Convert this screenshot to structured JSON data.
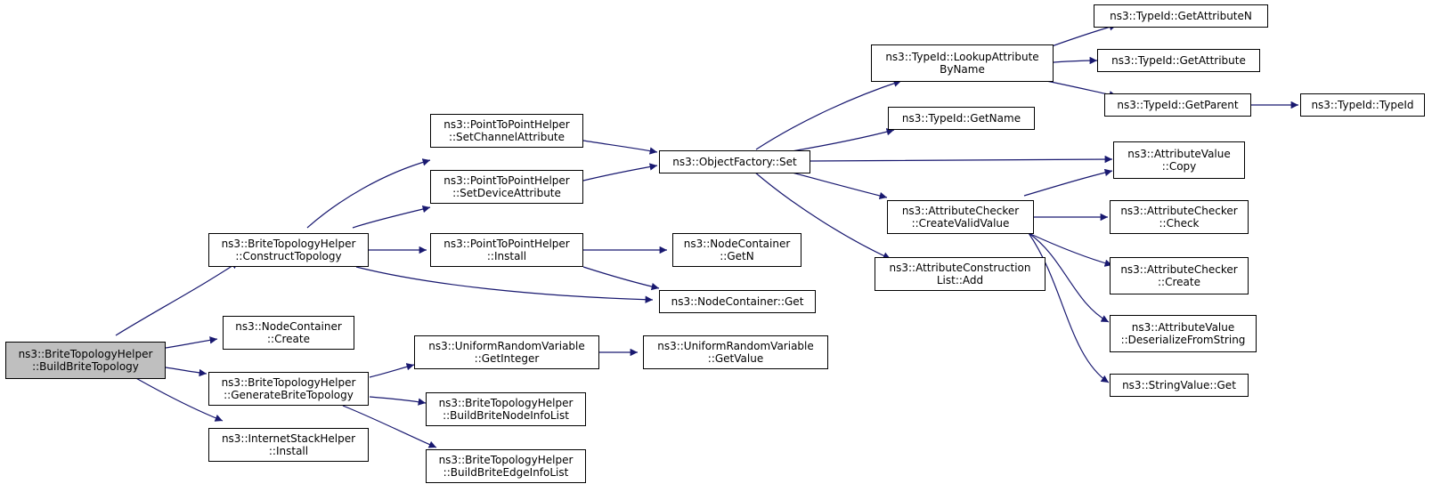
{
  "colors": {
    "edge": "#191970",
    "root_fill": "#bfbfbf",
    "node_fill": "#ffffff",
    "border": "#000000"
  },
  "nodes": {
    "build_brite_topology": {
      "line1": "ns3::BriteTopologyHelper",
      "line2": "::BuildBriteTopology"
    },
    "construct_topology": {
      "line1": "ns3::BriteTopologyHelper",
      "line2": "::ConstructTopology"
    },
    "node_container_create": {
      "line1": "ns3::NodeContainer",
      "line2": "::Create"
    },
    "generate_brite_topology": {
      "line1": "ns3::BriteTopologyHelper",
      "line2": "::GenerateBriteTopology"
    },
    "internet_stack_install": {
      "line1": "ns3::InternetStackHelper",
      "line2": "::Install"
    },
    "set_channel_attribute": {
      "line1": "ns3::PointToPointHelper",
      "line2": "::SetChannelAttribute"
    },
    "set_device_attribute": {
      "line1": "ns3::PointToPointHelper",
      "line2": "::SetDeviceAttribute"
    },
    "p2p_install": {
      "line1": "ns3::PointToPointHelper",
      "line2": "::Install"
    },
    "uniform_get_integer": {
      "line1": "ns3::UniformRandomVariable",
      "line2": "::GetInteger"
    },
    "build_brite_node_info": {
      "line1": "ns3::BriteTopologyHelper",
      "line2": "::BuildBriteNodeInfoList"
    },
    "build_brite_edge_info": {
      "line1": "ns3::BriteTopologyHelper",
      "line2": "::BuildBriteEdgeInfoList"
    },
    "object_factory_set": {
      "line1": "ns3::ObjectFactory::Set"
    },
    "node_container_get_n": {
      "line1": "ns3::NodeContainer",
      "line2": "::GetN"
    },
    "node_container_get": {
      "line1": "ns3::NodeContainer::Get"
    },
    "uniform_get_value": {
      "line1": "ns3::UniformRandomVariable",
      "line2": "::GetValue"
    },
    "lookup_attribute_by_name": {
      "line1": "ns3::TypeId::LookupAttribute",
      "line2": "ByName"
    },
    "typeid_get_name": {
      "line1": "ns3::TypeId::GetName"
    },
    "create_valid_value": {
      "line1": "ns3::AttributeChecker",
      "line2": "::CreateValidValue"
    },
    "attr_construction_add": {
      "line1": "ns3::AttributeConstruction",
      "line2": "List::Add"
    },
    "typeid_get_attribute_n": {
      "line1": "ns3::TypeId::GetAttributeN"
    },
    "typeid_get_attribute": {
      "line1": "ns3::TypeId::GetAttribute"
    },
    "typeid_get_parent": {
      "line1": "ns3::TypeId::GetParent"
    },
    "attribute_value_copy": {
      "line1": "ns3::AttributeValue",
      "line2": "::Copy"
    },
    "attribute_checker_check": {
      "line1": "ns3::AttributeChecker",
      "line2": "::Check"
    },
    "attribute_checker_create": {
      "line1": "ns3::AttributeChecker",
      "line2": "::Create"
    },
    "attribute_value_deserialize": {
      "line1": "ns3::AttributeValue",
      "line2": "::DeserializeFromString"
    },
    "string_value_get": {
      "line1": "ns3::StringValue::Get"
    },
    "typeid_typeid": {
      "line1": "ns3::TypeId::TypeId"
    }
  }
}
